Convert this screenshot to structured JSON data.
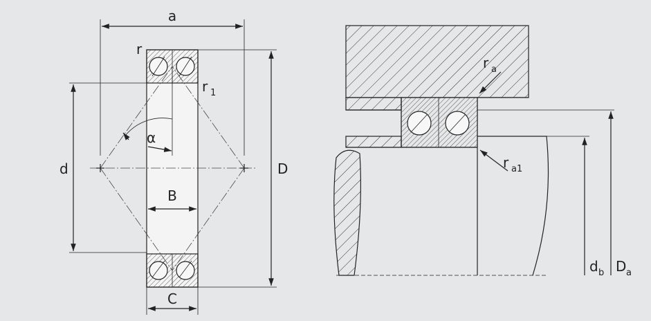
{
  "colors": {
    "background": "#e6e7e8",
    "line": "#222222",
    "section_fill": "#f7f7f7"
  },
  "left_view": {
    "labels": {
      "a": "a",
      "r": "r",
      "r1_base": "r",
      "r1_sub": "1",
      "alpha": "α",
      "d": "d",
      "B": "B",
      "D": "D",
      "C": "C"
    }
  },
  "right_view": {
    "labels": {
      "ra_base": "r",
      "ra_sub": "a",
      "ra1_base": "r",
      "ra1_sub": "a1",
      "db_base": "d",
      "db_sub": "b",
      "Da_base": "D",
      "Da_sub": "a"
    }
  }
}
